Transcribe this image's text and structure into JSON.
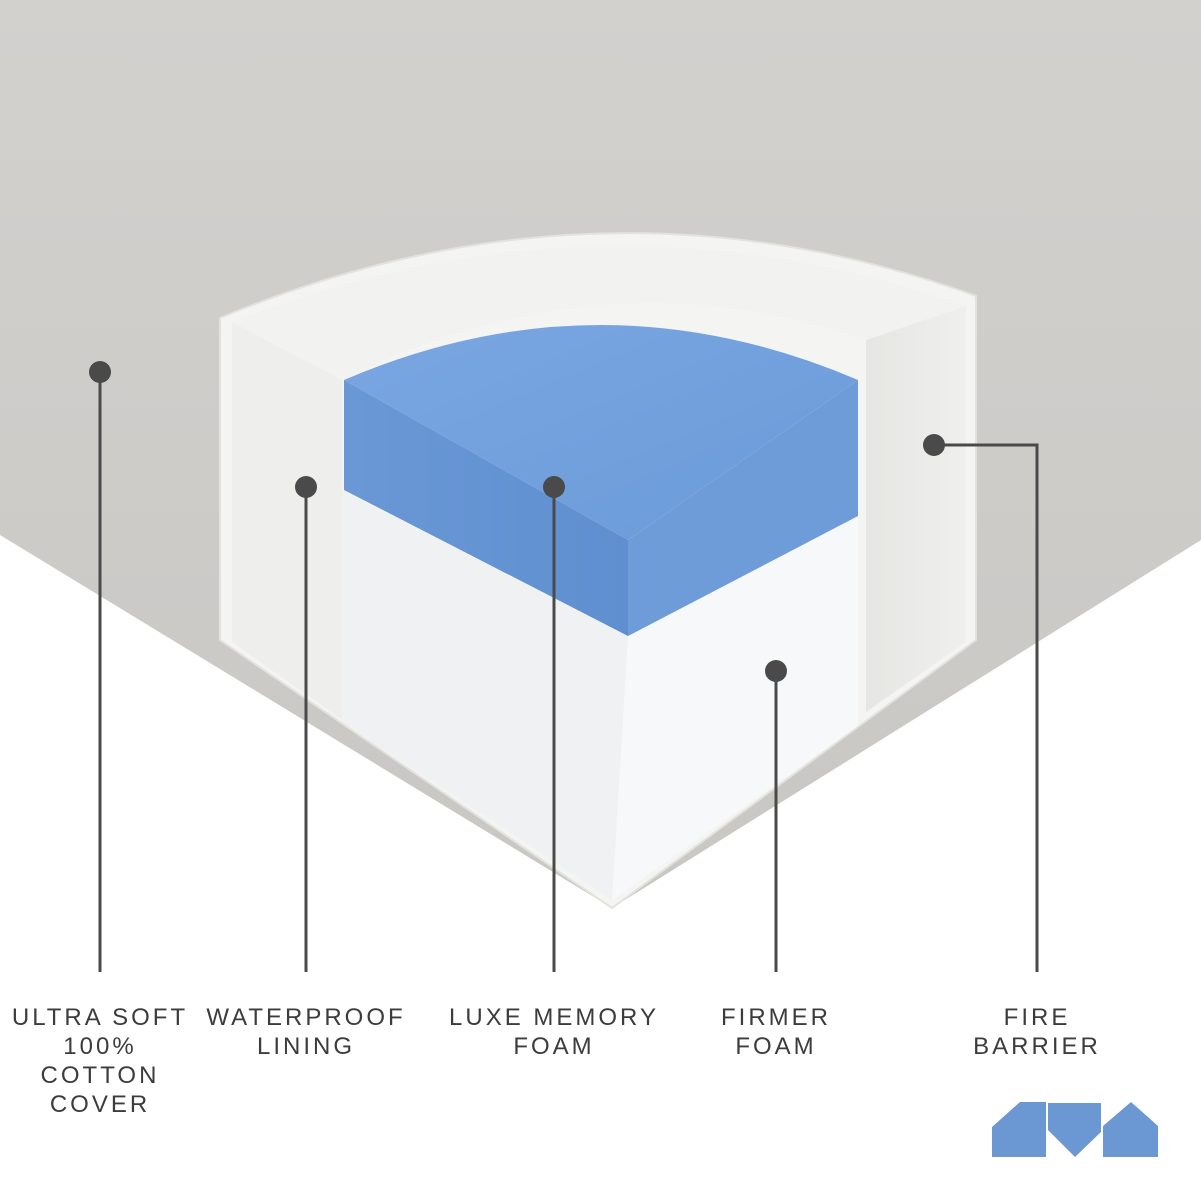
{
  "colors": {
    "cover": "#cfcdca",
    "fire_barrier": "#ebebe9",
    "lining": "#f1f1ef",
    "memory_foam": "#6a9ad8",
    "firmer_foam": "#f7f8fa",
    "leader": "#4a4a4a",
    "label_text": "#3c3c3c",
    "logo": "#6b98d3"
  },
  "callouts": [
    {
      "id": "cover",
      "label": "ULTRA SOFT\n100%\nCOTTON\nCOVER"
    },
    {
      "id": "lining",
      "label": "WATERPROOF\nLINING"
    },
    {
      "id": "memory",
      "label": "LUXE MEMORY\nFOAM"
    },
    {
      "id": "firmer",
      "label": "FIRMER\nFOAM"
    },
    {
      "id": "fire",
      "label": "FIRE\nBARRIER"
    }
  ],
  "logo": {
    "icon": "three-house-shapes-logo"
  }
}
